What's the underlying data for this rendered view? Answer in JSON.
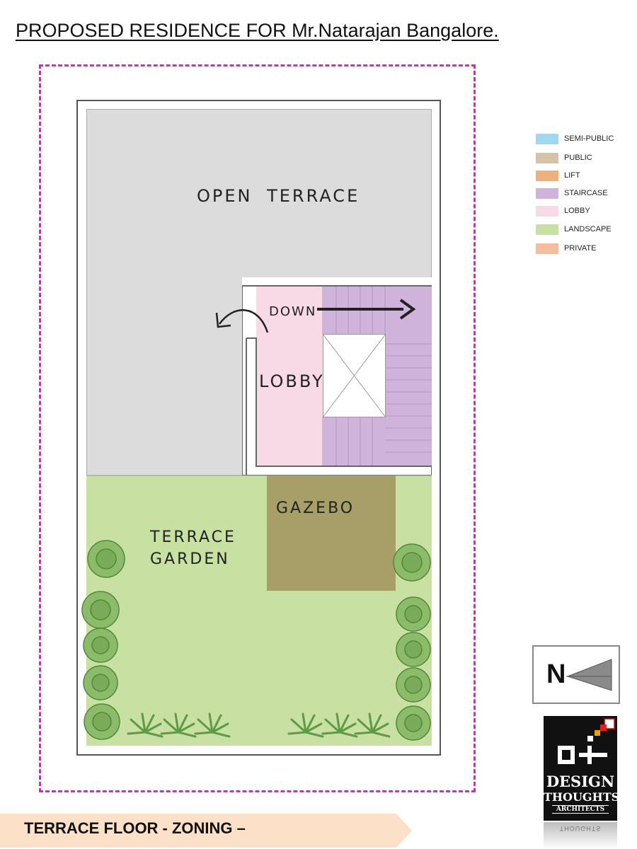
{
  "title": "PROPOSED RESIDENCE FOR Mr.Natarajan Bangalore.",
  "rooms": {
    "open_terrace": "OPEN TERRACE",
    "down": "DOWN",
    "lobby": "LOBBY",
    "gazebo": "GAZEBO",
    "terrace_garden_line1": "TERRACE",
    "terrace_garden_line2": "GARDEN"
  },
  "legend": [
    {
      "label": "SEMI-PUBLIC",
      "color": "#9fd8f0"
    },
    {
      "label": "PUBLIC",
      "color": "#d6c2a8"
    },
    {
      "label": "LIFT",
      "color": "#f0b07e"
    },
    {
      "label": "STAIRCASE",
      "color": "#cfb3da"
    },
    {
      "label": "LOBBY",
      "color": "#f8d9e6"
    },
    {
      "label": "LANDSCAPE",
      "color": "#c8e0a2"
    },
    {
      "label": "PRIVATE",
      "color": "#f6bc9e"
    }
  ],
  "north": {
    "letter": "N"
  },
  "logo": {
    "mark": "dt",
    "line1": "DESIGN",
    "line2": "THOUGHTS",
    "line3": "ARCHITECTS"
  },
  "footer": {
    "label": "TERRACE FLOOR  - ZONING –"
  },
  "colors": {
    "boundary": "#e020d0",
    "terrace": "#dcdcdc",
    "lobby": "#f8d9e6",
    "staircase": "#cfb3da",
    "garden": "#c8e0a2",
    "gazebo": "#a89f68",
    "footer_banner": "#fce0c8"
  }
}
